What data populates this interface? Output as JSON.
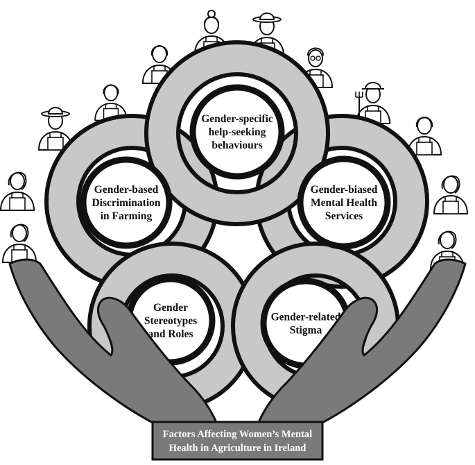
{
  "diagram": {
    "factors": [
      {
        "id": "help-seeking",
        "lines": [
          "Gender-specific",
          "help-seeking",
          "behaviours"
        ]
      },
      {
        "id": "discrimination",
        "lines": [
          "Gender-based",
          "Discrimination",
          "in Farming"
        ]
      },
      {
        "id": "services",
        "lines": [
          "Gender-biased",
          "Mental Health",
          "Services"
        ]
      },
      {
        "id": "stereotypes",
        "lines": [
          "Gender",
          "Stereotypes",
          "and Roles"
        ]
      },
      {
        "id": "stigma",
        "lines": [
          "Gender-related",
          "Stigma"
        ]
      }
    ],
    "caption": [
      "Factors Affecting Women’s Mental",
      "Health in Agriculture in Ireland"
    ],
    "colors": {
      "outline": "#111111",
      "ring_fill": "#c8c8c8",
      "hand_fill": "#7a7a7a",
      "circle_fill": "#ffffff",
      "caption_text": "#ffffff"
    },
    "icons": [
      "farmer-icon",
      "farmer-sunhat-icon",
      "farmer-woman-icon",
      "farmer-glasses-icon",
      "farmer-hat-icon",
      "farmer-child-icon",
      "farmer-pitchfork-icon",
      "farmer-side-icon"
    ]
  }
}
